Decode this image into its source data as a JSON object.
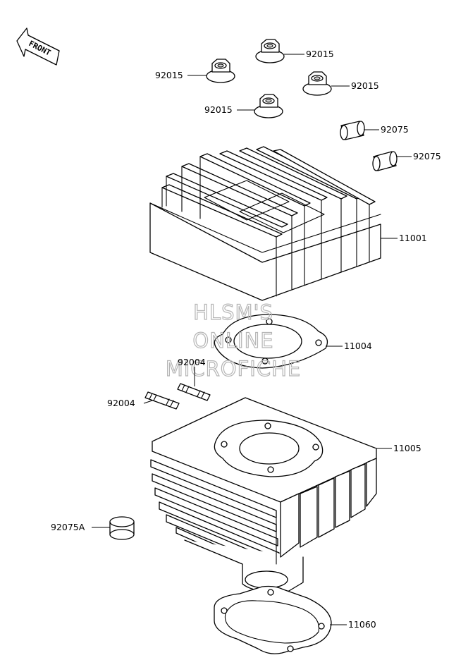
{
  "front_arrow": {
    "label": "FRONT"
  },
  "watermark": {
    "line1": "HLSM'S",
    "line2": "ONLINE",
    "line3": "MICROFICHE"
  },
  "labels": {
    "nut_top": "92015",
    "nut_left": "92015",
    "nut_right": "92015",
    "nut_bottom": "92015",
    "dowel_upper": "92075",
    "dowel_lower": "92075",
    "cylinder_head": "11001",
    "head_gasket": "11004",
    "stud_upper": "92004",
    "stud_lower": "92004",
    "cylinder": "11005",
    "dowel_a": "92075A",
    "base_gasket": "11060"
  }
}
